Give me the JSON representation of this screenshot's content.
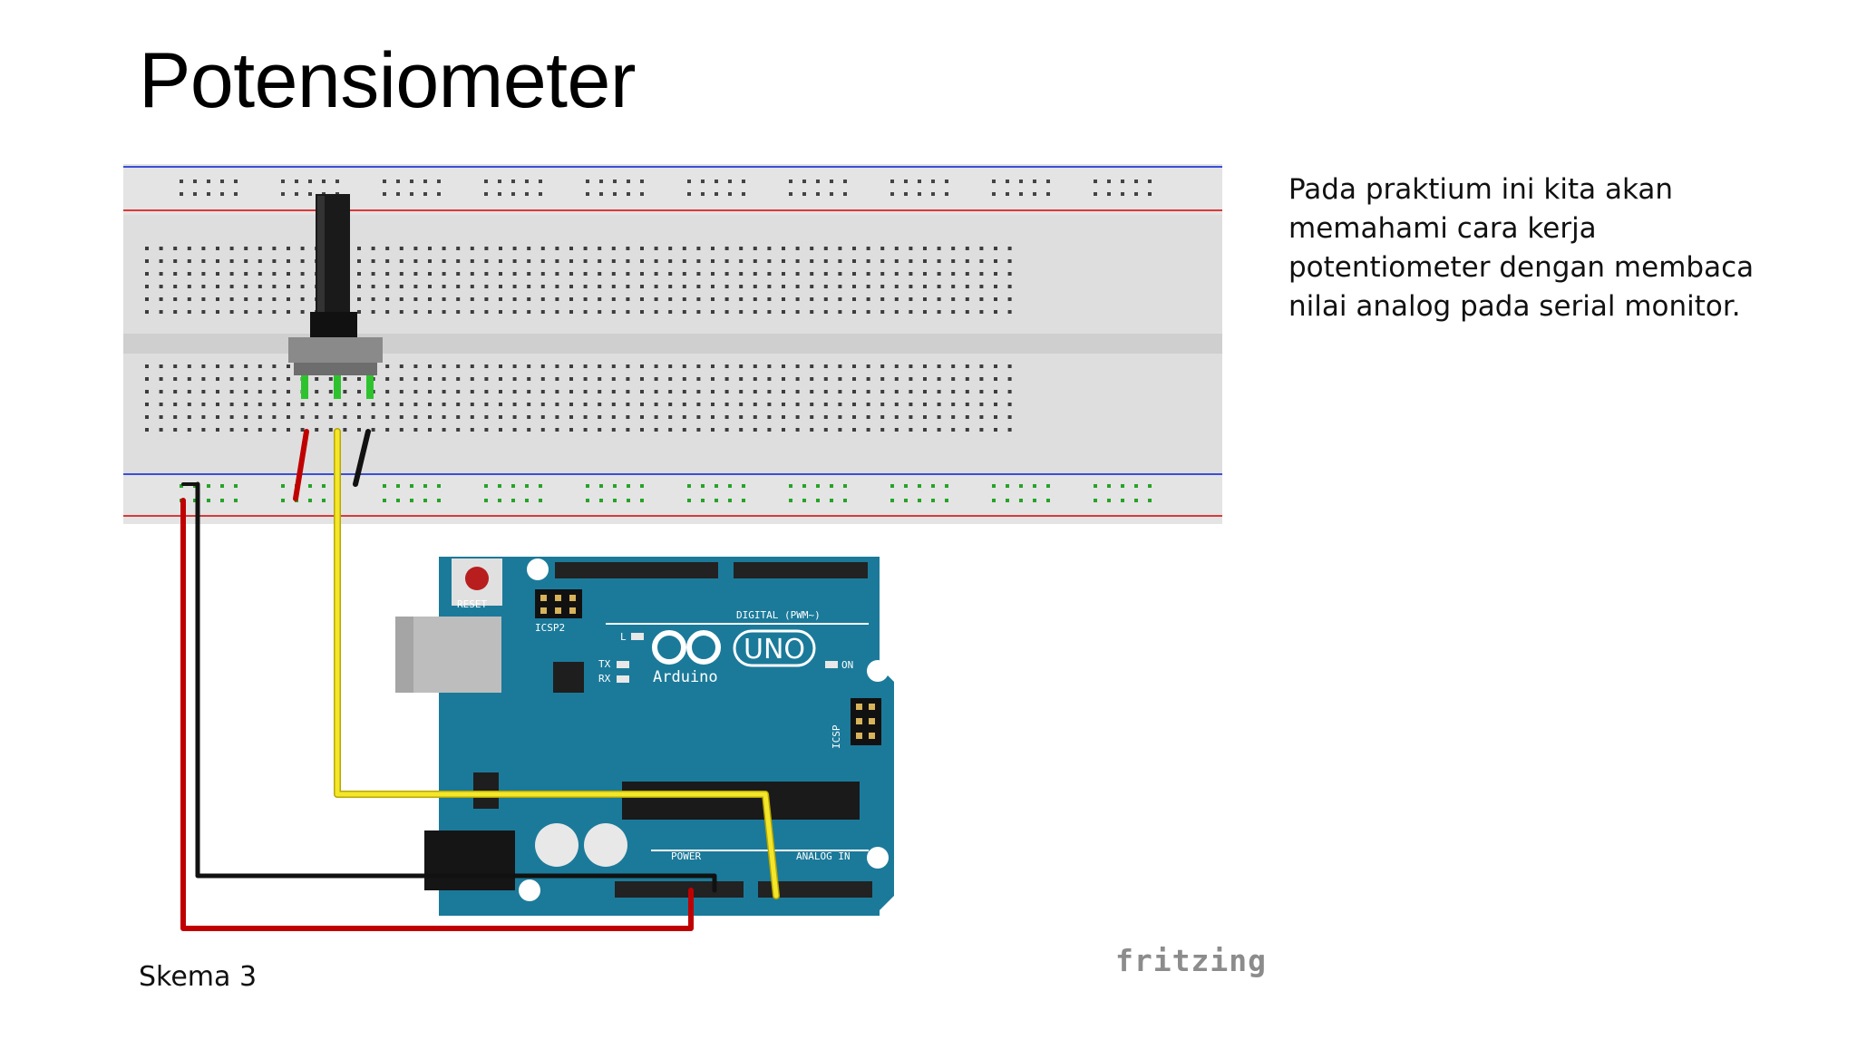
{
  "slide": {
    "title": "Potensiometer",
    "description": "Pada praktium ini kita akan memahami cara kerja potentiometer dengan membaca nilai analog pada serial monitor.",
    "caption": "Skema 3",
    "watermark": "fritzing"
  },
  "board": {
    "reset_label": "RESET",
    "icsp2_label": "ICSP2",
    "icsp_label": "ICSP",
    "digital_label": "DIGITAL (PWM~)",
    "power_label": "POWER",
    "analog_label": "ANALOG IN",
    "logo_label": "UNO",
    "brand_label": "Arduino",
    "led_l": "L",
    "led_tx": "TX",
    "led_rx": "RX",
    "led_on": "ON"
  },
  "colors": {
    "breadboard": "#dcdcdc",
    "rail_blue": "#3b4fd8",
    "rail_red": "#d83a3a",
    "arduino": "#1b7a9a",
    "wire_red": "#c00000",
    "wire_black": "#111111",
    "wire_yellow": "#f0e020"
  }
}
